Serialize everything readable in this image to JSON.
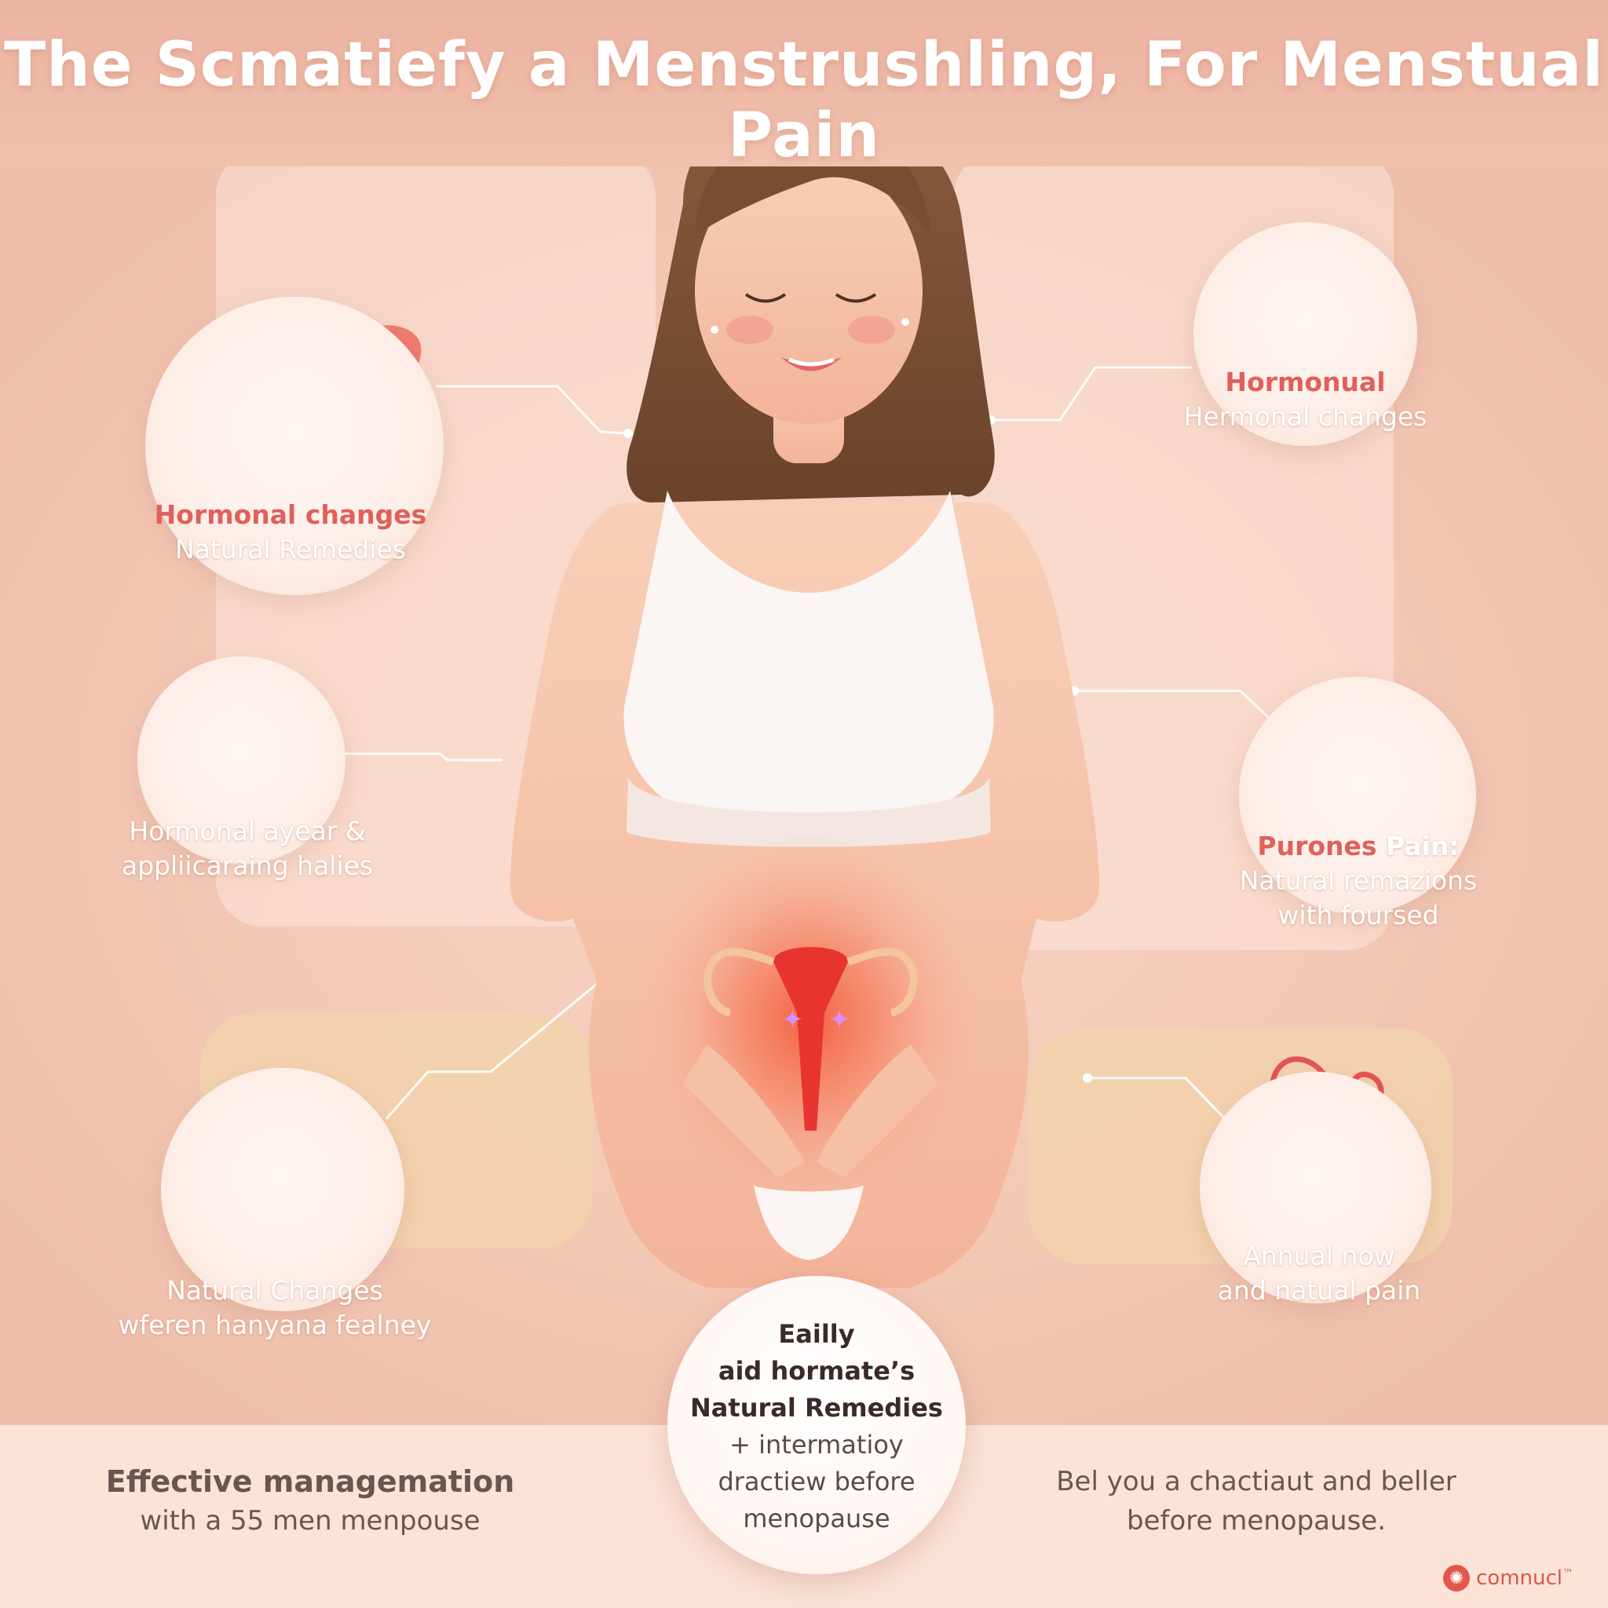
{
  "title": "The Scmatiefy a Menstrushling, For Menstual Pain",
  "callouts": {
    "left_top": {
      "title": "Hormonal changes",
      "subtitle": "Natural Remedies"
    },
    "left_middle": {
      "line1": "Hormonal ayear &",
      "line2": "appliicaraing halies"
    },
    "left_bottom": {
      "line1": "Natural Changes",
      "line2": "wferen hanyana fealney"
    },
    "right_top": {
      "title": "Hormonual",
      "subtitle": "Hermonal changes"
    },
    "right_middle": {
      "title": "Purones",
      "title_rest": " Pain:",
      "line2": "Natural remazions",
      "line3": "with foursed"
    },
    "right_bottom": {
      "line1": "Annual now",
      "line2": "and natual pain"
    }
  },
  "center_badge": {
    "line1": "Eailly",
    "line2": "aid hormate’s",
    "line3": "Natural Remedies",
    "line4": "+ intermatioy",
    "line5": "dractiew before",
    "line6": "menopause"
  },
  "footer": {
    "left_bold": "Effective managemation",
    "left_normal": "with a 55 men menpouse",
    "right_line1": "Bel you a chactiaut and beller",
    "right_line2": "before menopause."
  },
  "brand": {
    "name": "comnucl",
    "mark": "™"
  },
  "colors": {
    "background": "#f3c9b6",
    "accent_red": "#e0605a",
    "footer": "#fbe3d8",
    "skin": "#f7c7ad",
    "hair": "#7a5038"
  },
  "icons": [
    "uterus-kidney-icon",
    "potted-plant-icon",
    "coconut-icon",
    "medicine-bottle-icon",
    "supplements-icon",
    "apple-intestine-icon",
    "uterus-glow-icon"
  ]
}
